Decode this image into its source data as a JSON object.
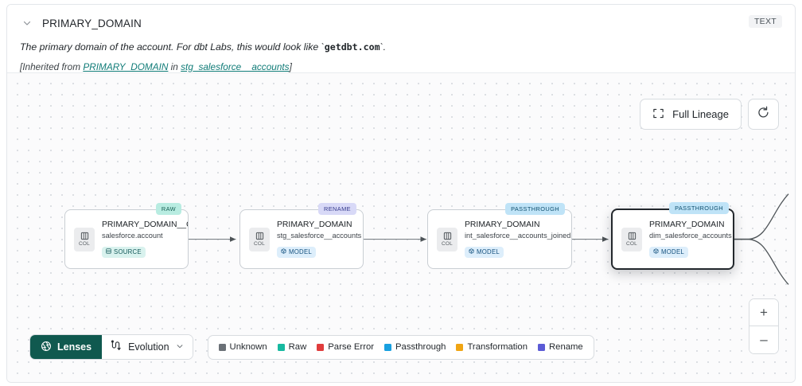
{
  "header": {
    "collapse_icon": "chevron-down-icon",
    "column_name": "PRIMARY_DOMAIN",
    "type_badge": "TEXT",
    "description_pre": "The primary domain of the account. For dbt Labs, this would look like `",
    "description_code": "getdbt.com",
    "description_post": "`.",
    "inherited_prefix": "[Inherited from ",
    "inherited_link_1": "PRIMARY_DOMAIN",
    "inherited_mid": " in ",
    "inherited_link_2": "stg_salesforce__accounts",
    "inherited_suffix": "]"
  },
  "controls": {
    "full_lineage_label": "Full Lineage",
    "full_lineage_icon": "expand-icon",
    "refresh_icon": "refresh-icon",
    "zoom_in_label": "+",
    "zoom_out_label": "–"
  },
  "graph": {
    "nodes": [
      {
        "badge": "RAW",
        "badge_class": "badge-raw",
        "icon_label": "COL",
        "title": "PRIMARY_DOMAIN__C",
        "subtitle": "salesforce.account",
        "tag": "SOURCE",
        "tag_class": "tag-source",
        "tag_icon": "table-icon",
        "selected": false
      },
      {
        "badge": "RENAME",
        "badge_class": "badge-rename",
        "icon_label": "COL",
        "title": "PRIMARY_DOMAIN",
        "subtitle": "stg_salesforce__accounts",
        "tag": "MODEL",
        "tag_class": "tag-model",
        "tag_icon": "cube-icon",
        "selected": false
      },
      {
        "badge": "PASSTHROUGH",
        "badge_class": "badge-passthrough",
        "icon_label": "COL",
        "title": "PRIMARY_DOMAIN",
        "subtitle": "int_salesforce__accounts_joined",
        "tag": "MODEL",
        "tag_class": "tag-model",
        "tag_icon": "cube-icon",
        "selected": false
      },
      {
        "badge": "PASSTHROUGH",
        "badge_class": "badge-passthrough",
        "icon_label": "COL",
        "title": "PRIMARY_DOMAIN",
        "subtitle": "dim_salesforce_accounts",
        "tag": "MODEL",
        "tag_class": "tag-model",
        "tag_icon": "cube-icon",
        "selected": true
      }
    ]
  },
  "bottom": {
    "lenses_label": "Lenses",
    "lenses_icon": "aperture-icon",
    "evolution_label": "Evolution",
    "evolution_icon": "evolution-icon",
    "evolution_caret": "⌄",
    "legend": [
      {
        "label": "Unknown",
        "color": "#6b7177"
      },
      {
        "label": "Raw",
        "color": "#17b9a0"
      },
      {
        "label": "Parse Error",
        "color": "#e03c3c"
      },
      {
        "label": "Passthrough",
        "color": "#18a0e0"
      },
      {
        "label": "Transformation",
        "color": "#f0a513"
      },
      {
        "label": "Rename",
        "color": "#5b5bd6"
      }
    ]
  }
}
